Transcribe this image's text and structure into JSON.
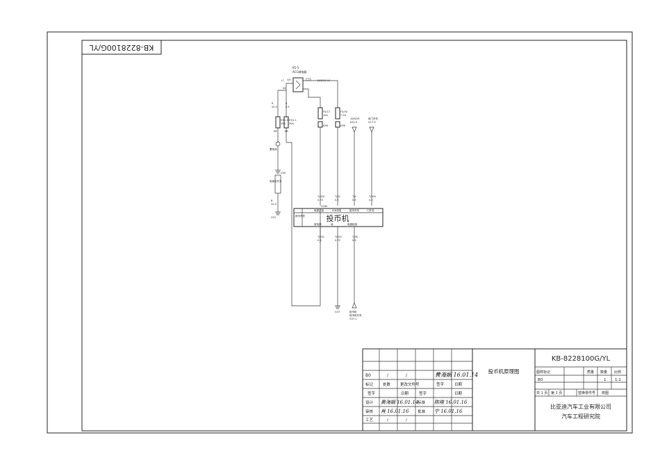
{
  "rotated_code": "KB-8228100G/YL",
  "diagram": {
    "relay_code": "K5-5",
    "relay_label": "ACC继电器",
    "relay_pin_top": "C15",
    "relay_pin_right": "1WSCM-A3",
    "relay_pin_left_1": "L?",
    "relay_pin_left_2": "3/5",
    "relay_pin_left_3": "K4",
    "wire_left_1": "R",
    "wire_left_1b": "20.0",
    "wire_left_2": "R",
    "wire_left_2b": "0.5",
    "fuse_1_name": "E3/L.3",
    "fuse_1_amp": "20A",
    "fuse_2_name": "E3/L.1",
    "fuse_2_amp": "30A",
    "fuse_3_name": "F5/13",
    "fuse_3_amp": "10A",
    "fuse_4_name": "F3/30",
    "fuse_4_amp": "7.5A",
    "plug_1": "KB",
    "plug_2": "KB",
    "plug_3": "K3B",
    "plug_4": "K3B",
    "switch_1": "1WSCM",
    "switch_1b": "K32-9",
    "switch_2": "前门开关",
    "switch_2b": "G17-9",
    "battery_label": "蓄电池",
    "ground_top": "G30",
    "power_switch_label": "电源总开关",
    "left_wire_bottom_1": "B",
    "left_wire_bottom_2": "20.0",
    "left_ground": "G31",
    "left_label": "蓄电池开关",
    "col_wire_1": "T/200",
    "col_wire_1b": "0.75",
    "col_wire_2": "T/32",
    "col_wire_2b": "0.5",
    "col_wire_3": "T/5",
    "col_wire_3b": "0.5",
    "col_wire_4": "T/305",
    "col_wire_4b": "0.5",
    "pin_top_1": "电源正极",
    "pin_top_2": "IGN供电",
    "pin_top_3": "投币开关",
    "pin_top_4": "门开关",
    "pin_conn": "G160",
    "pin_bot_1": "常电源",
    "pin_bot_2": "地",
    "pin_bot_3": "电源检测",
    "box_left_label": "投币开关",
    "box_title": "投币机",
    "bot_wire_1": "T/201",
    "bot_wire_1b": "0.5",
    "bot_wire_2": "T/202",
    "bot_wire_2b": "0.75",
    "bot_wire_3": "T/36",
    "bot_wire_3b": "0.5",
    "ground_bottom": "G37",
    "bottom_switch_1": "投币机",
    "bottom_switch_2": "投币机开关",
    "bottom_switch_3": "G37-1"
  },
  "title_block": {
    "row1": [
      "B0",
      "/",
      "/",
      "/"
    ],
    "row1_signature": "黄海娟 16.01.14",
    "row2": [
      "标记",
      "处数",
      "更改文件号",
      "签字",
      "日期"
    ],
    "row3": [
      "签字",
      "日期",
      "签字",
      "日期"
    ],
    "row_design_label": "设计",
    "row_design_sig": "黄海娟 16.01.14",
    "row_std_label": "标准",
    "row_std_sig": "陈晓 16.01.16",
    "row_check_label": "审核",
    "row_check_sig": "肖 16.01.16",
    "row_approve_label": "批准",
    "row_approve_sig": "宁 16.01.16",
    "row_craft_label": "工艺",
    "row_craft": [
      "/",
      "/"
    ],
    "drawing_name": "投币机原理图",
    "code": "KB-8228100G/YL",
    "stage_headers": [
      "图样标记",
      "质量",
      "数量",
      "比例"
    ],
    "stage_values": [
      "B0",
      "",
      "1",
      "1:1"
    ],
    "sheet_info": [
      "共 1 页",
      "第 1 页",
      "替换零件号",
      "校图"
    ],
    "company": "比亚迪汽车工业有限公司",
    "institute": "汽车工程研究院"
  }
}
